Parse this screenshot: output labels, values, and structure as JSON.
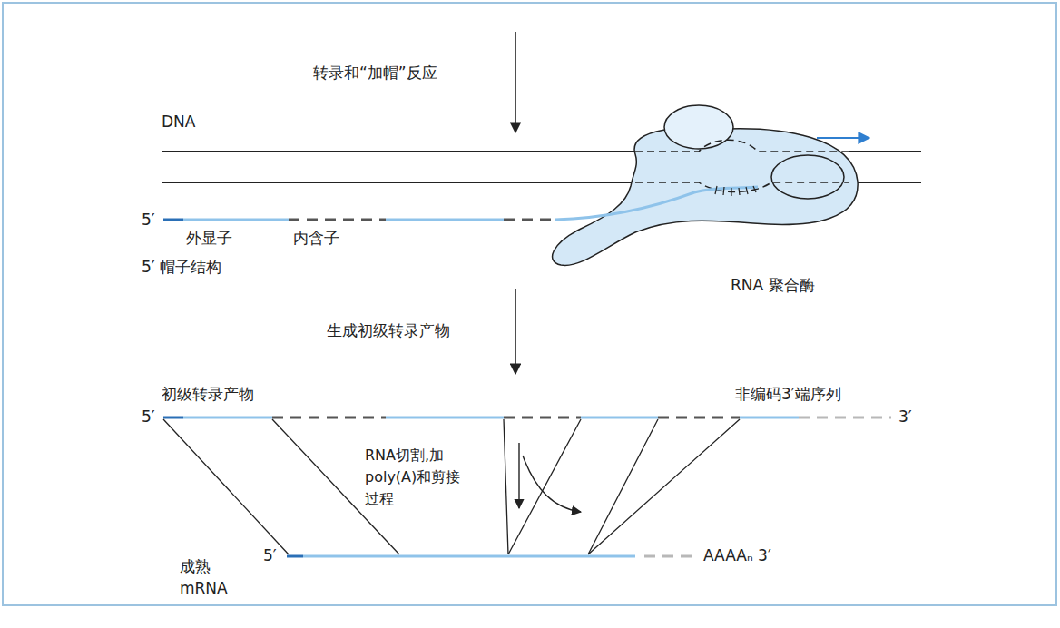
{
  "diagram": {
    "labels": [
      "转录和“加帽”反应",
      "DNA",
      "5′",
      "外显子",
      "内含子",
      "5′ 帽子结构",
      "RNA 聚合酶",
      "生成初级转录产物",
      "初级转录产物",
      "非编码3′端序列",
      "5′",
      "3′",
      "RNA切割,加 poly(A)和剪接 过程",
      "成熟 mRNA",
      "5′",
      "AAAAₙ 3′"
    ]
  }
}
